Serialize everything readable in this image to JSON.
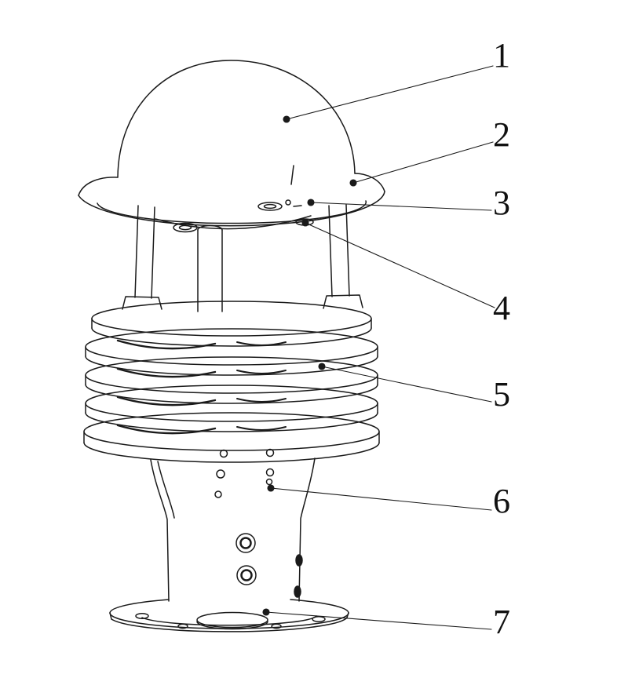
{
  "figure": {
    "background_color": "#ffffff",
    "line_color": "#1a1a1a",
    "callouts": [
      {
        "label": "1",
        "part": "dome-cover"
      },
      {
        "label": "2",
        "part": "cap-ring"
      },
      {
        "label": "3",
        "part": "top-plate-sensor"
      },
      {
        "label": "4",
        "part": "top-plate-fastener"
      },
      {
        "label": "5",
        "part": "louver-shield"
      },
      {
        "label": "6",
        "part": "body-vent-screw"
      },
      {
        "label": "7",
        "part": "base-flange"
      }
    ]
  }
}
